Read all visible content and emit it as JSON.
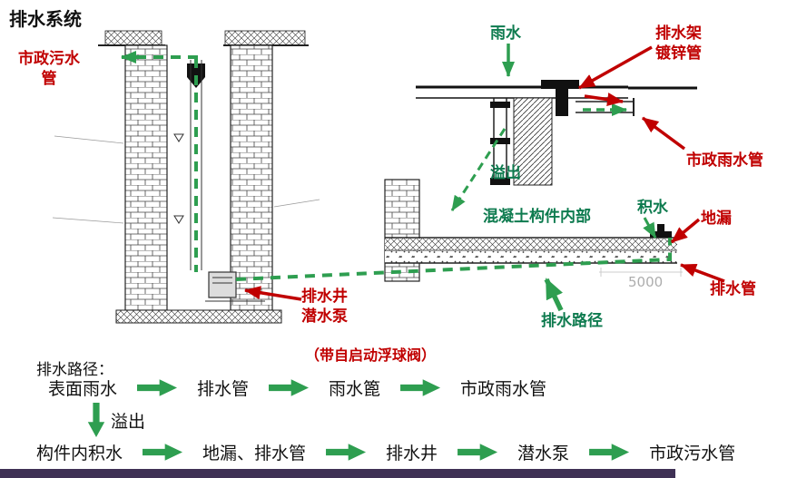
{
  "title": "排水系统",
  "colors": {
    "red": "#c00000",
    "green_text": "#0e7b4f",
    "green_arrow": "#2e9e50",
    "purple_bar": "#3f3155",
    "dim_gray": "#adadad"
  },
  "diagram_labels": {
    "municipal_sewage_pipe": "市政污水管",
    "rain_water": "雨水",
    "drain_rack": "排水架",
    "galvanized_pipe": "镀锌管",
    "municipal_rain_pipe": "市政雨水管",
    "overflow": "溢出",
    "inside_concrete": "混凝土构件内部",
    "ponding": "积水",
    "floor_drain": "地漏",
    "drain_pipe": "排水管",
    "drain_well": "排水井",
    "submersible_pump": "潜水泵",
    "float_valve_note": "（带自启动浮球阀）",
    "drainage_path": "排水路径",
    "dimension_5000": "5000"
  },
  "flow_chart": {
    "heading": "排水路径：",
    "row1": [
      "表面雨水",
      "排水管",
      "雨水篦",
      "市政雨水管"
    ],
    "overflow_label": "溢出",
    "row2": [
      "构件内积水",
      "地漏、排水管",
      "排水井",
      "潜水泵",
      "市政污水管"
    ]
  }
}
